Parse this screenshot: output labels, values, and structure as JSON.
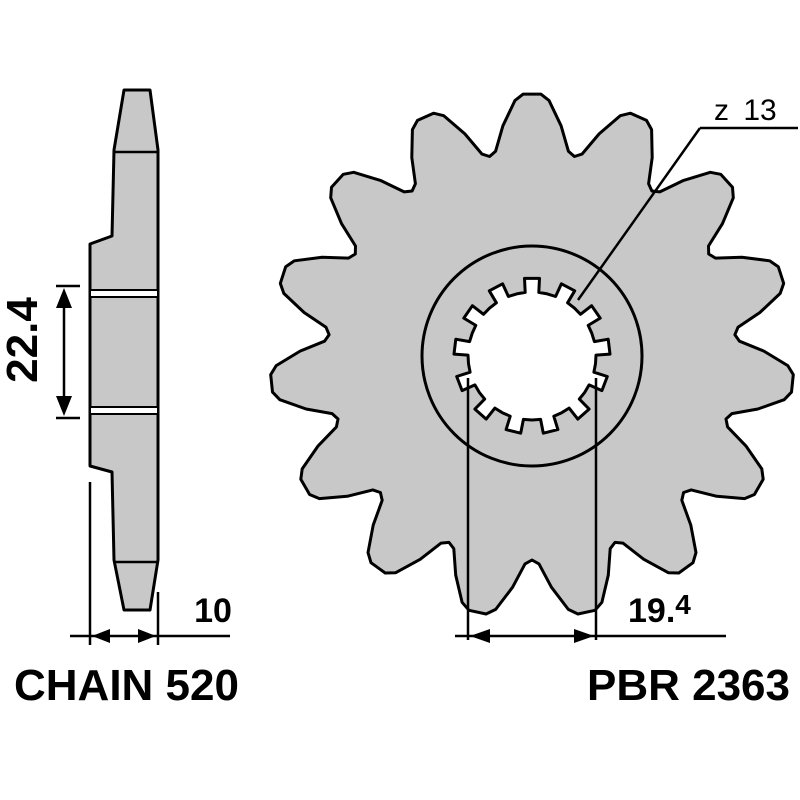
{
  "dimensions": {
    "hub_width": "22.4",
    "thickness": "10",
    "spline_base": "19.",
    "spline_exp": "4",
    "teeth_prefix": "z",
    "teeth": "13"
  },
  "labels": {
    "chain": "CHAIN 520",
    "part": "PBR 2363"
  },
  "sprocket": {
    "teeth_count": 15,
    "spline_count": 13
  },
  "colors": {
    "fill": "#c8c8c8",
    "line": "#000000",
    "background": "#ffffff"
  }
}
